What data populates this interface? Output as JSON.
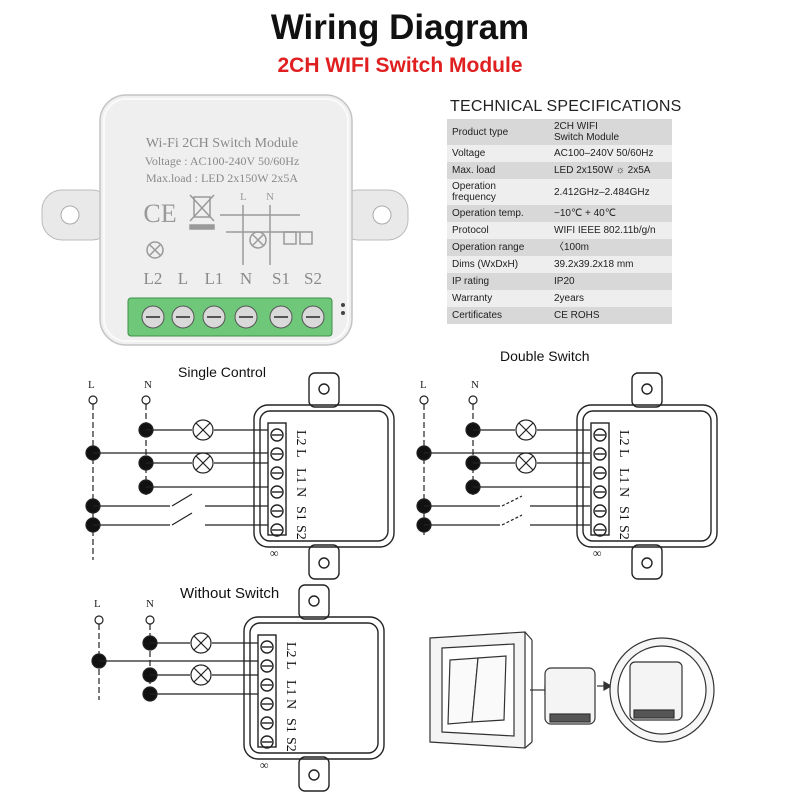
{
  "title": "Wiring Diagram",
  "subtitle": "2CH WIFI Switch Module",
  "colors": {
    "subtitle": "#e02020",
    "terminal_green": "#6fc87a",
    "device_body": "#ececec"
  },
  "device": {
    "model_label": "Wi-Fi 2CH Switch Module",
    "voltage_label": "Voltage : AC100-240V 50/60Hz",
    "maxload_label": "Max.load : LED 2x150W 2x5A",
    "ce_mark": "CE",
    "schematic_L": "L",
    "schematic_N": "N",
    "terminals": [
      "L2",
      "L",
      "L1",
      "N",
      "S1",
      "S2"
    ]
  },
  "specs": {
    "heading": "TECHNICAL SPECIFICATIONS",
    "rows": [
      {
        "key": "Product type",
        "value": "2CH WIFI\nSwitch Module"
      },
      {
        "key": "Voltage",
        "value": "AC100–240V 50/60Hz"
      },
      {
        "key": "Max. load",
        "value": "LED 2x150W ☼ 2x5A"
      },
      {
        "key": "Operation\nfrequency",
        "value": "2.412GHz–2.484GHz"
      },
      {
        "key": "Operation temp.",
        "value": "−10℃ + 40℃"
      },
      {
        "key": "Protocol",
        "value": "WIFI  IEEE 802.11b/g/n"
      },
      {
        "key": "Operation range",
        "value": "〈100m"
      },
      {
        "key": "Dims (WxDxH)",
        "value": "39.2x39.2x18 mm"
      },
      {
        "key": "IP rating",
        "value": "IP20"
      },
      {
        "key": "Warranty",
        "value": "2years"
      },
      {
        "key": "Certificates",
        "value": "CE ROHS"
      }
    ]
  },
  "diagrams": {
    "single": {
      "label": "Single Control",
      "L": "L",
      "N": "N"
    },
    "double": {
      "label": "Double Switch",
      "L": "L",
      "N": "N"
    },
    "without": {
      "label": "Without Switch",
      "L": "L",
      "N": "N"
    },
    "module_terminals": [
      "L2",
      "L",
      "L1",
      "N",
      "S1",
      "S2"
    ],
    "loop_mark": "∞"
  }
}
